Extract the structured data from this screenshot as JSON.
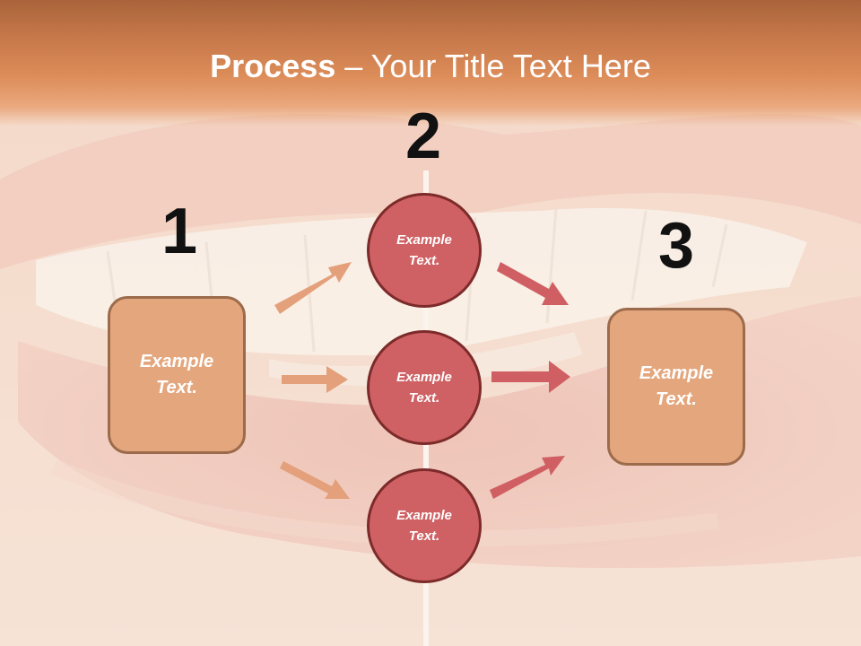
{
  "slide": {
    "title_bold": "Process",
    "title_dash": "–",
    "title_rest": "Your Title Text Here"
  },
  "steps": [
    {
      "number": "1",
      "box_label": "Example\nText."
    },
    {
      "number": "2",
      "circles": [
        "Example\nText.",
        "Example\nText.",
        "Example\nText."
      ]
    },
    {
      "number": "3",
      "box_label": "Example\nText."
    }
  ],
  "colors": {
    "title_bar": "#d8875a",
    "box_fill": "#e4a67c",
    "circle_fill": "#cf6164",
    "left_arrows": "#e3a07a",
    "right_arrows": "#cf5f62"
  },
  "background_image": "smiling-lips-teeth"
}
